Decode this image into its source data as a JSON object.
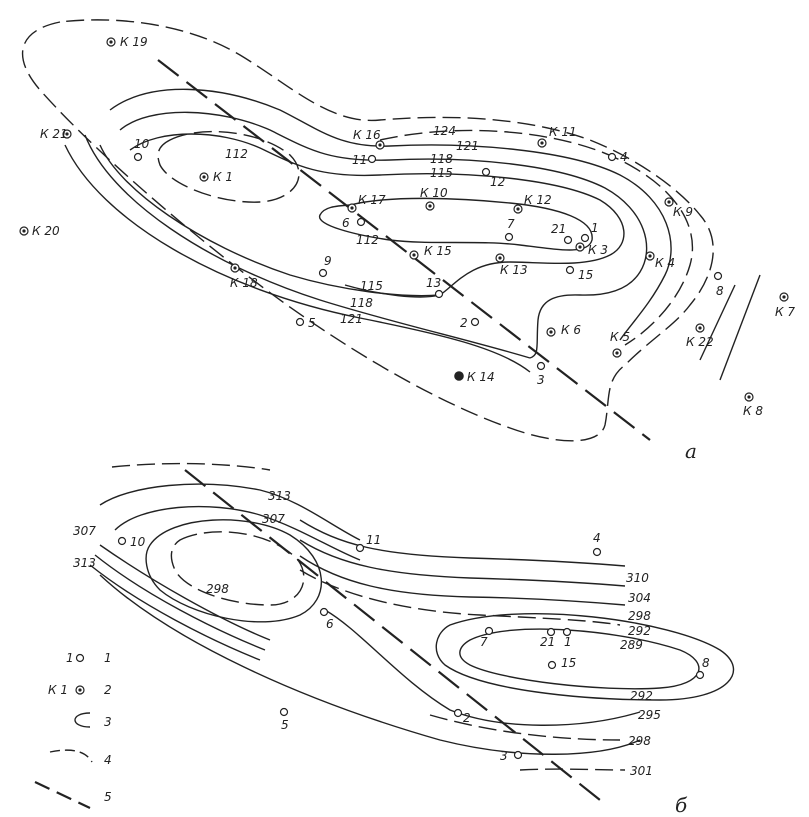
{
  "panel_a": {
    "label": "а",
    "contours": [
      "124",
      "121",
      "118",
      "115",
      "112",
      "112",
      "115",
      "118",
      "121"
    ],
    "wells": [
      "1",
      "2",
      "3",
      "4",
      "5",
      "6",
      "7",
      "8",
      "9",
      "10",
      "11",
      "12",
      "13",
      "15",
      "21"
    ],
    "k_wells": [
      "К 1",
      "К 3",
      "К 4",
      "К 5",
      "К 6",
      "К 7",
      "К 8",
      "К 9",
      "К 10",
      "К 11",
      "К 12",
      "К 13",
      "К 14",
      "К 15",
      "К 16",
      "К 17",
      "К 18",
      "К 19",
      "К 20",
      "К 21",
      "К 22"
    ]
  },
  "panel_b": {
    "label": "б",
    "contours": [
      "313",
      "307",
      "307",
      "313",
      "298",
      "310",
      "304",
      "298",
      "292",
      "289",
      "292",
      "295",
      "298",
      "301"
    ],
    "wells": [
      "1",
      "2",
      "3",
      "4",
      "5",
      "6",
      "7",
      "8",
      "10",
      "11",
      "15",
      "21"
    ]
  },
  "legend": {
    "items": [
      {
        "num": "1",
        "key": "1"
      },
      {
        "num": "2",
        "key": "К 1"
      },
      {
        "num": "3",
        "key": ""
      },
      {
        "num": "4",
        "key": ""
      },
      {
        "num": "5",
        "key": ""
      }
    ]
  }
}
